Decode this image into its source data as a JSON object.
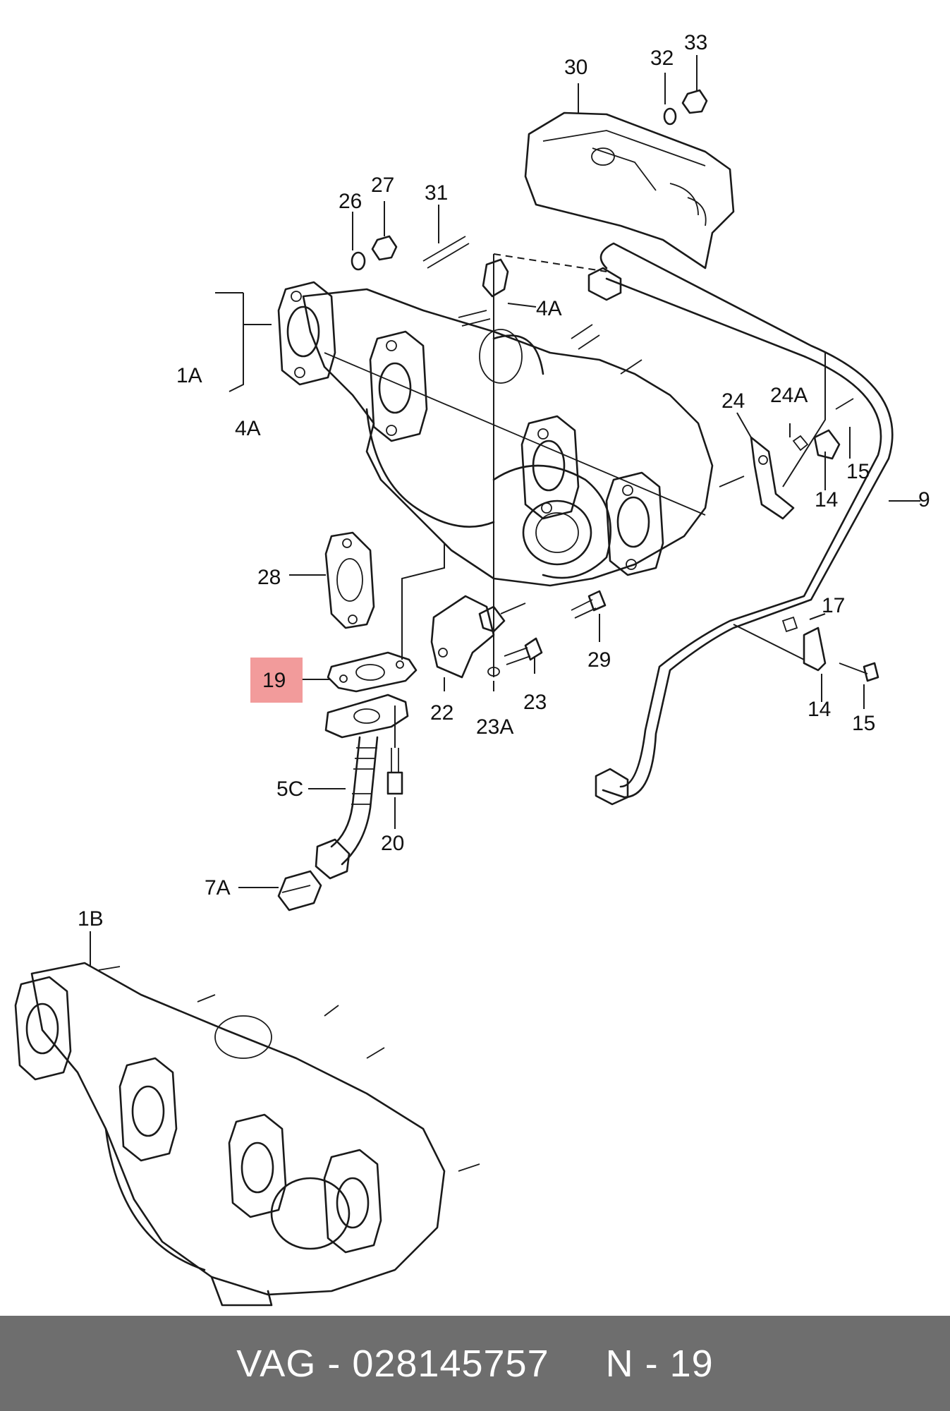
{
  "footer": {
    "brand": "VAG",
    "separator": " - ",
    "part_number": "028145757",
    "position": "N - 19"
  },
  "highlight_color": "#f08a8a",
  "callouts": [
    "30",
    "32",
    "33",
    "26",
    "27",
    "31",
    "4A",
    "1A",
    "4A",
    "24",
    "24A",
    "15",
    "14",
    "9",
    "28",
    "17",
    "29",
    "19",
    "22",
    "23",
    "23A",
    "14",
    "15",
    "5C",
    "20",
    "7A",
    "1B"
  ],
  "highlighted_callout": "19"
}
